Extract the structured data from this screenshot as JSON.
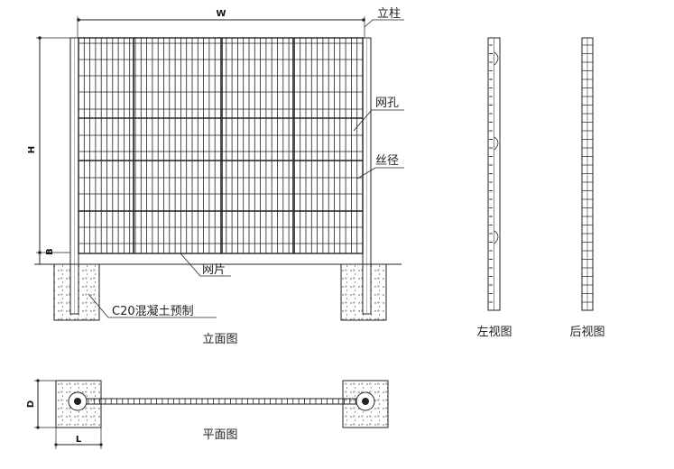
{
  "labels": {
    "post": "立柱",
    "mesh_opening": "网孔",
    "wire_diameter": "丝径",
    "panel": "网片",
    "concrete": "C20混凝土预制",
    "front_view": "立面图",
    "left_view": "左视图",
    "back_view": "后视图",
    "plan_view": "平面图"
  },
  "dimensions": {
    "width_symbol": "W",
    "height_symbol": "H",
    "gap_symbol": "B",
    "depth_symbol": "D",
    "length_symbol": "L"
  }
}
